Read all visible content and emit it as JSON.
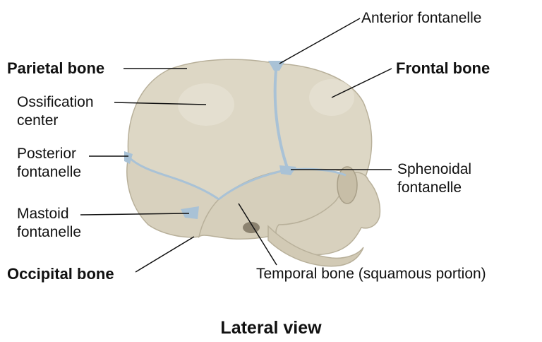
{
  "labels": {
    "anterior_fontanelle": "Anterior fontanelle",
    "parietal_bone": "Parietal bone",
    "frontal_bone": "Frontal bone",
    "ossification_center_line1": "Ossification",
    "ossification_center_line2": "center",
    "posterior_fontanelle_line1": "Posterior",
    "posterior_fontanelle_line2": "fontanelle",
    "sphenoidal_fontanelle_line1": "Sphenoidal",
    "sphenoidal_fontanelle_line2": "fontanelle",
    "mastoid_fontanelle_line1": "Mastoid",
    "mastoid_fontanelle_line2": "fontanelle",
    "occipital_bone": "Occipital bone",
    "temporal_bone": "Temporal bone (squamous portion)"
  },
  "caption": "Lateral view",
  "colors": {
    "bone": "#dcd6c4",
    "bone_edge": "#b8b09a",
    "fontanelle": "#a9c2d6",
    "leader_line": "#111111"
  }
}
